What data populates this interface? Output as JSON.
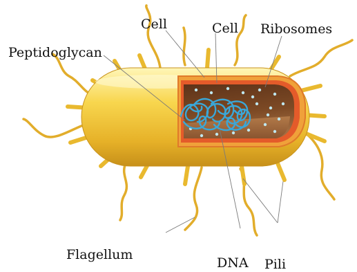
{
  "diagram": {
    "labels": {
      "cell_wall": "Cell",
      "cell_membrane": "Cell",
      "ribosomes": "Ribosomes",
      "peptidoglycan": "Peptidoglycan",
      "flagellum": "Flagellum",
      "dna": "DNA",
      "pili": "Pili"
    },
    "colors": {
      "capsule_light": "#fff3a8",
      "capsule_mid": "#f6cf3f",
      "capsule_dark": "#d7a21b",
      "cell_wall": "#e45b2a",
      "cytoplasm_light": "#a56a3e",
      "cytoplasm_dark": "#6b3d1e",
      "dna": "#3aa7d8",
      "ribosome": "#bfe7ef",
      "leader_line": "#7a7a7a"
    }
  }
}
